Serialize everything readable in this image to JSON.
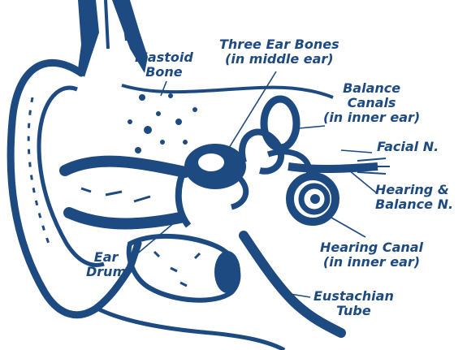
{
  "colors": {
    "ink": "#1d4a80",
    "paper": "#ffffff"
  },
  "labels": {
    "mastoid_bone": [
      "Mastoid",
      "Bone"
    ],
    "three_ear_bones": [
      "Three Ear Bones",
      "(in middle ear)"
    ],
    "balance_canals": [
      "Balance",
      "Canals",
      "(in inner ear)"
    ],
    "facial_n": [
      "Facial N."
    ],
    "hearing_balance_n": [
      "Hearing &",
      "Balance N."
    ],
    "hearing_canal": [
      "Hearing Canal",
      "(in inner ear)"
    ],
    "ear_drum": [
      "Ear",
      "Drum"
    ],
    "eustachian_tube": [
      "Eustachian",
      "Tube"
    ]
  }
}
